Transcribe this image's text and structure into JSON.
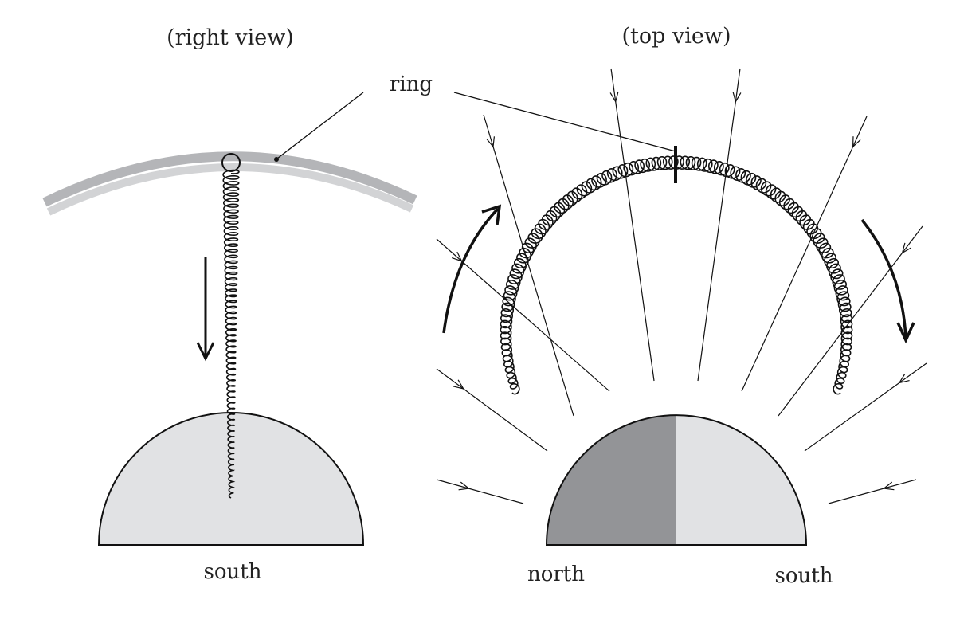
{
  "left_panel": {
    "title": "(right view)",
    "planet_label": "south"
  },
  "right_panel": {
    "title": "(top view)",
    "north_label": "north",
    "south_label": "south"
  },
  "ring_label": "ring",
  "colors": {
    "ink": "#111111",
    "planet_light": "#e1e2e4",
    "planet_dark": "#939497",
    "ring_outer": "#b4b5b8",
    "ring_inner": "#d2d3d5"
  }
}
